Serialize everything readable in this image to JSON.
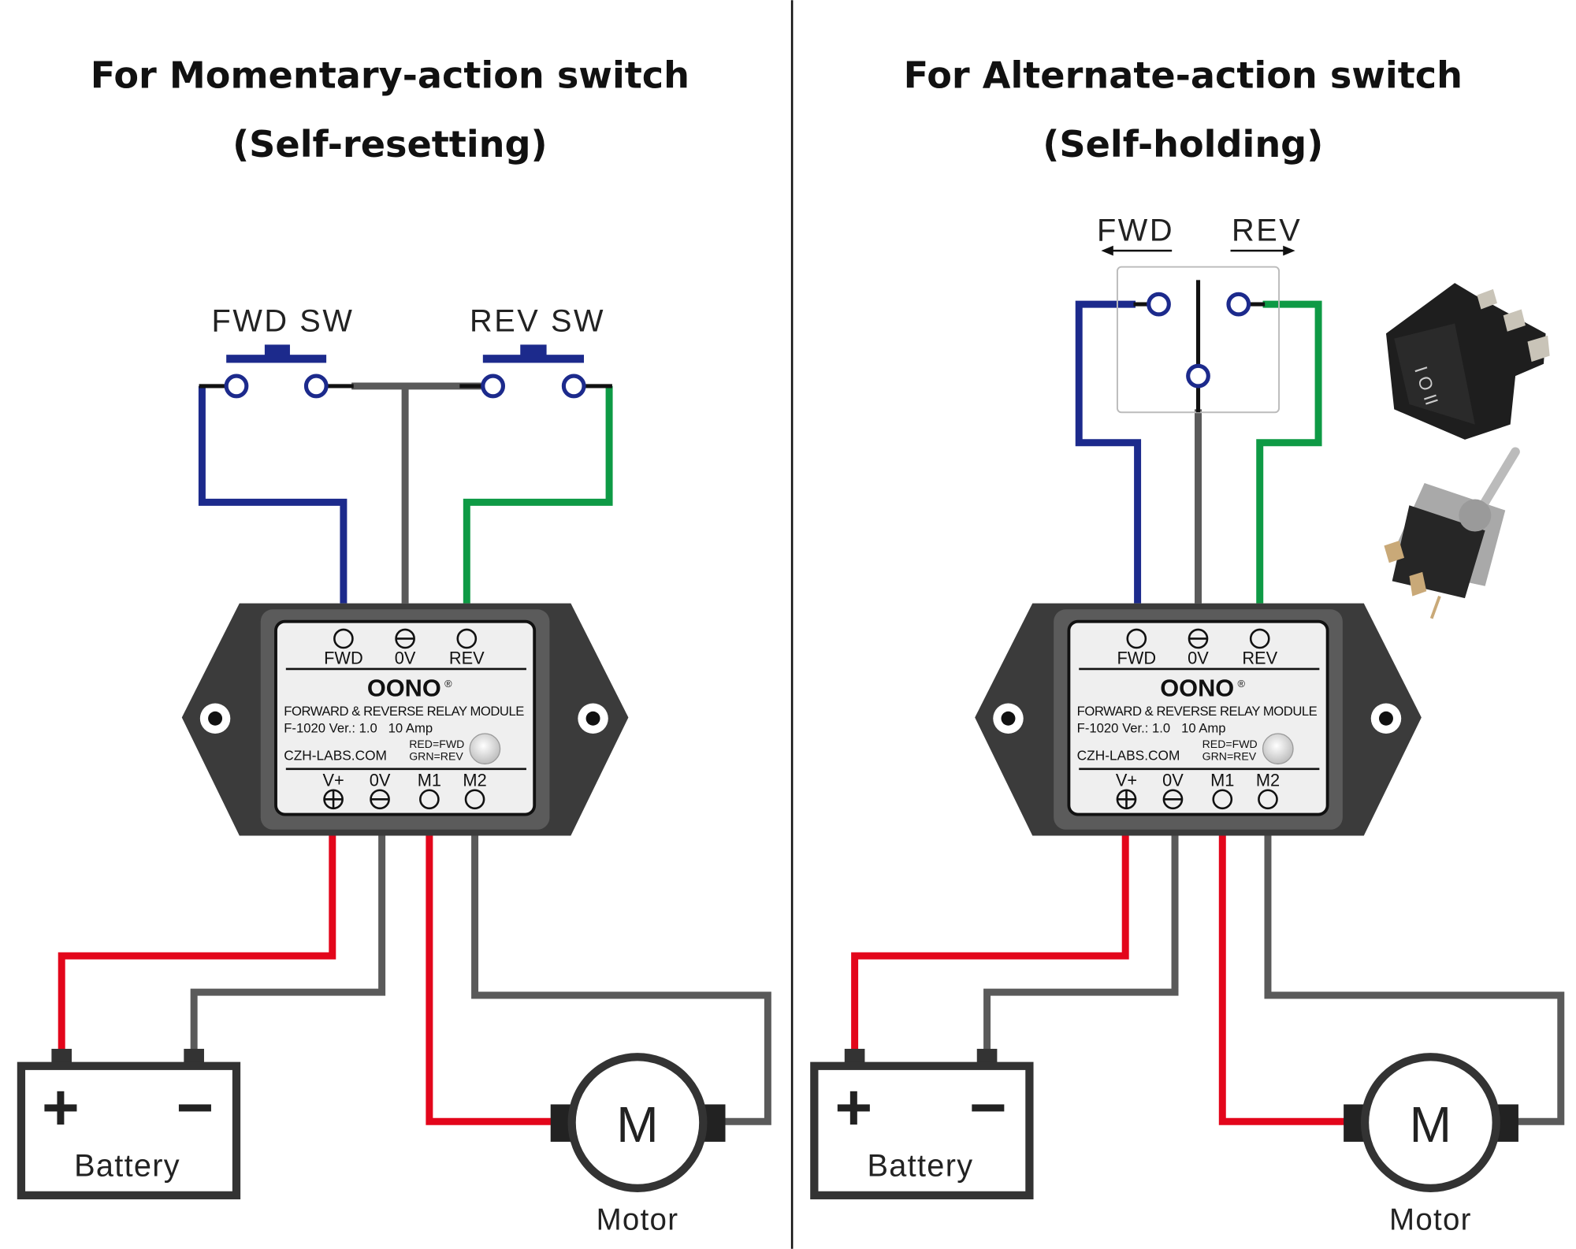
{
  "left_panel": {
    "title_line1": "For Momentary-action switch",
    "title_line2": "(Self-resetting)",
    "fwd_switch_label": "FWD SW",
    "rev_switch_label": "REV SW"
  },
  "right_panel": {
    "title_line1": "For Alternate-action switch",
    "title_line2": "(Self-holding)",
    "fwd_label": "FWD",
    "rev_label": "REV",
    "product_photos": [
      "rocker-switch-photo",
      "toggle-switch-photo"
    ],
    "rocker_marking": "I O II"
  },
  "module": {
    "top_terminals": [
      "FWD",
      "0V",
      "REV"
    ],
    "brand": "OONO",
    "registered": "®",
    "description": "FORWARD & REVERSE RELAY MODULE",
    "model": "F-1020 Ver.: 1.0   10 Amp",
    "website": "CZH-LABS.COM",
    "led_red": "RED=FWD",
    "led_green": "GRN=REV",
    "bottom_terminals": [
      "V+",
      "0V",
      "M1",
      "M2"
    ]
  },
  "battery": {
    "label": "Battery"
  },
  "motor": {
    "label": "Motor",
    "symbol": "M"
  },
  "colors": {
    "fwd_wire": "#1c2a8c",
    "rev_wire": "#0e9a45",
    "common_wire": "#5a5a5a",
    "positive_wire": "#e3061b",
    "module_body": "#3b3b3b",
    "terminal_ring": "#1c2a8c"
  }
}
